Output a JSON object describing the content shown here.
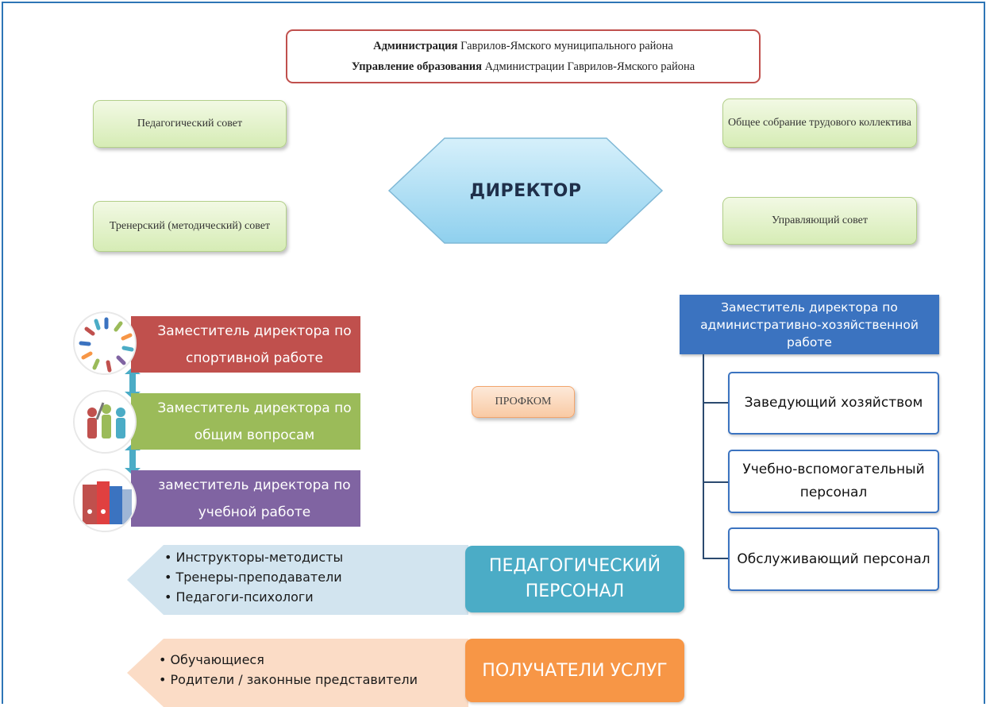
{
  "header": {
    "line1_bold": "Администрация",
    "line1_rest": " Гаврилов-Ямского муниципального района",
    "line2_bold": "Управление образования",
    "line2_rest": " Администрации Гаврилов-Ямского района"
  },
  "councils": {
    "pedagogical": "Педагогический совет",
    "trainer": "Тренерский (методический) совет",
    "general_meeting": "Общее собрание трудового коллектива",
    "governing": "Управляющий совет"
  },
  "director": "ДИРЕКТОР",
  "deputies": {
    "sport": "Заместитель директора по спортивной работе",
    "general": "Заместитель директора по общим вопросам",
    "academic": "заместитель директора по учебной работе"
  },
  "profcom": "ПРОФКОМ",
  "administrative": {
    "head": "Заместитель директора по административно-хозяйственной работе",
    "items": [
      "Заведующий хозяйством",
      "Учебно-вспомогательный персонал",
      "Обслуживающий персонал"
    ]
  },
  "pedagogical_staff": {
    "title": "ПЕДАГОГИЧЕСКИЙ ПЕРСОНАЛ",
    "items": [
      "Инструкторы-методисты",
      "Тренеры-преподаватели",
      "Педагоги-психологи"
    ]
  },
  "service_recipients": {
    "title": "ПОЛУЧАТЕЛИ УСЛУГ",
    "items": [
      "Обучающиеся",
      "Родители / законные представители"
    ]
  },
  "colors": {
    "frame": "#2e75b6",
    "header_border": "#c0504d",
    "council_fill": "#d6ecb5",
    "director_fill": "#9fd7f0",
    "deputy_sport": "#c0504d",
    "deputy_general": "#9bbb59",
    "deputy_academic": "#8064a2",
    "connector": "#4bacc6",
    "profcom_fill": "#f9caa4",
    "administrative": "#3b73c0",
    "pedagogical_staff": "#4bacc6",
    "service_recipients": "#f79646"
  }
}
